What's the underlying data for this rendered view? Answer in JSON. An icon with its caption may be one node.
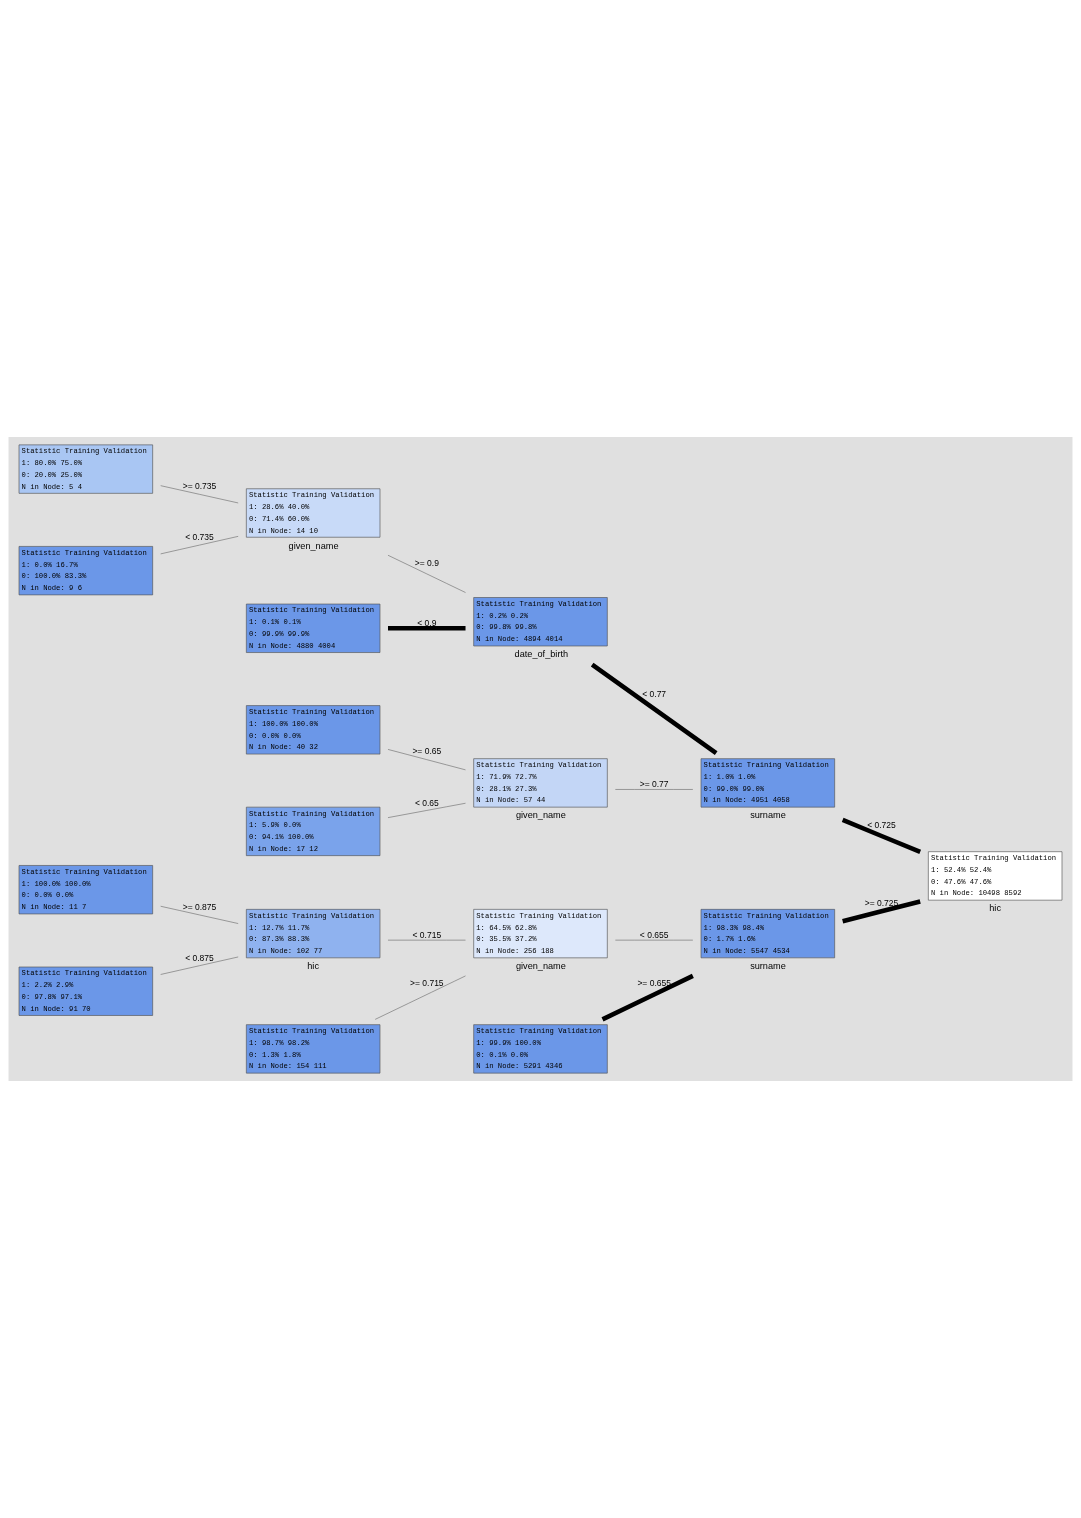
{
  "diagram": {
    "nodes": [
      {
        "text": [
          "Statistic Training Validation",
          "1: 52.4% 52.4%",
          "0: 47.6% 47.6%",
          "N in Node: 10498 8592"
        ],
        "beside": [
          "hic"
        ]
      },
      {
        "text": [
          "Statistic Training Validation",
          "1: 1.0% 1.0%",
          "0: 99.0% 99.0%",
          "N in Node: 4951 4058"
        ],
        "beside": [
          "surname"
        ]
      },
      {
        "text": [
          "Statistic Training Validation",
          "1: 0.2% 0.2%",
          "0: 99.8% 99.8%",
          "N in Node: 4894 4014"
        ],
        "beside": [
          "date_of_birth"
        ]
      },
      {
        "text": [
          "Statistic Training Validation",
          "1: 28.6% 40.0%",
          "0: 71.4% 60.0%",
          "N in Node: 14 10"
        ],
        "beside": [
          "given_name"
        ]
      },
      {
        "text": [
          "Statistic Training Validation",
          "1: 80.0% 75.0%",
          "0: 20.0% 25.0%",
          "N in Node: 5 4"
        ]
      },
      {
        "text": [
          "Statistic Training Validation",
          "1: 0.0% 16.7%",
          "0: 100.0% 83.3%",
          "N in Node: 9 6"
        ]
      },
      {
        "text": [
          "Statistic Training Validation",
          "1: 0.1% 0.1%",
          "0: 99.9% 99.9%",
          "N in Node: 4880 4004"
        ]
      },
      {
        "text": [
          "Statistic Training Validation",
          "1: 71.9% 72.7%",
          "0: 28.1% 27.3%",
          "N in Node: 57 44"
        ],
        "beside": [
          "given_name"
        ]
      },
      {
        "text": [
          "Statistic Training Validation",
          "1: 100.0% 100.0%",
          "0: 0.0% 0.0%",
          "N in Node: 40 32"
        ]
      },
      {
        "text": [
          "Statistic Training Validation",
          "1: 5.9% 0.0%",
          "0: 94.1% 100.0%",
          "N in Node: 17 12"
        ]
      },
      {
        "text": [
          "Statistic Training Validation",
          "1: 98.3% 98.4%",
          "0: 1.7% 1.6%",
          "N in Node: 5547 4534"
        ],
        "beside": [
          "surname"
        ]
      },
      {
        "text": [
          "Statistic Training Validation",
          "1: 64.5% 62.8%",
          "0: 35.5% 37.2%",
          "N in Node: 256 188"
        ],
        "beside": [
          "given_name"
        ]
      },
      {
        "text": [
          "Statistic Training Validation",
          "1: 12.7% 11.7%",
          "0: 87.3% 88.3%",
          "N in Node: 102 77"
        ],
        "beside": [
          "hic"
        ]
      },
      {
        "text": [
          "Statistic Training Validation",
          "1: 100.0% 100.0%",
          "0: 0.0% 0.0%",
          "N in Node: 11 7"
        ]
      },
      {
        "text": [
          "Statistic Training Validation",
          "1: 2.2% 2.9%",
          "0: 97.8% 97.1%",
          "N in Node: 91 70"
        ]
      },
      {
        "text": [
          "Statistic Training Validation",
          "1: 98.7% 98.2%",
          "0: 1.3% 1.8%",
          "N in Node: 154 111"
        ]
      },
      {
        "text": [
          "Statistic Training Validation",
          "1: 99.9% 100.0%",
          "0: 0.1% 0.0%",
          "N in Node: 5291 4346"
        ]
      }
    ],
    "edges": [
      {
        "from": 0,
        "to": 1,
        "arrow": "none",
        "label": "< 0.725",
        "style": "thick"
      },
      {
        "from": 1,
        "to": 2,
        "arrow": "none",
        "label": "< 0.77",
        "style": "thick"
      },
      {
        "from": 2,
        "to": 3,
        "arrow": "none",
        "label": ">= 0.9"
      },
      {
        "from": 3,
        "to": 4,
        "arrow": "none",
        "label": ">= 0.735"
      },
      {
        "from": 3,
        "to": 5,
        "arrow": "none",
        "label": "< 0.735"
      },
      {
        "from": 2,
        "to": 6,
        "arrow": "none",
        "label": "< 0.9",
        "style": "thick"
      },
      {
        "from": 1,
        "to": 7,
        "arrow": "none",
        "label": ">= 0.77"
      },
      {
        "from": 7,
        "to": 8,
        "arrow": "none",
        "label": ">= 0.65"
      },
      {
        "from": 7,
        "to": 9,
        "arrow": "none",
        "label": "< 0.65"
      },
      {
        "from": 0,
        "to": 10,
        "arrow": "none",
        "label": ">= 0.725",
        "style": "thick"
      },
      {
        "from": 10,
        "to": 11,
        "arrow": "none",
        "label": "< 0.655"
      },
      {
        "from": 11,
        "to": 12,
        "arrow": "none",
        "label": "< 0.715"
      },
      {
        "from": 12,
        "to": 13,
        "arrow": "none",
        "label": ">= 0.875"
      },
      {
        "from": 12,
        "to": 14,
        "arrow": "none",
        "label": "< 0.875"
      },
      {
        "from": 11,
        "to": 15,
        "arrow": "none",
        "label": ">= 0.715"
      },
      {
        "from": 10,
        "to": 16,
        "arrow": "none",
        "label": ">= 0.655",
        "style": "thick"
      }
    ]
  }
}
